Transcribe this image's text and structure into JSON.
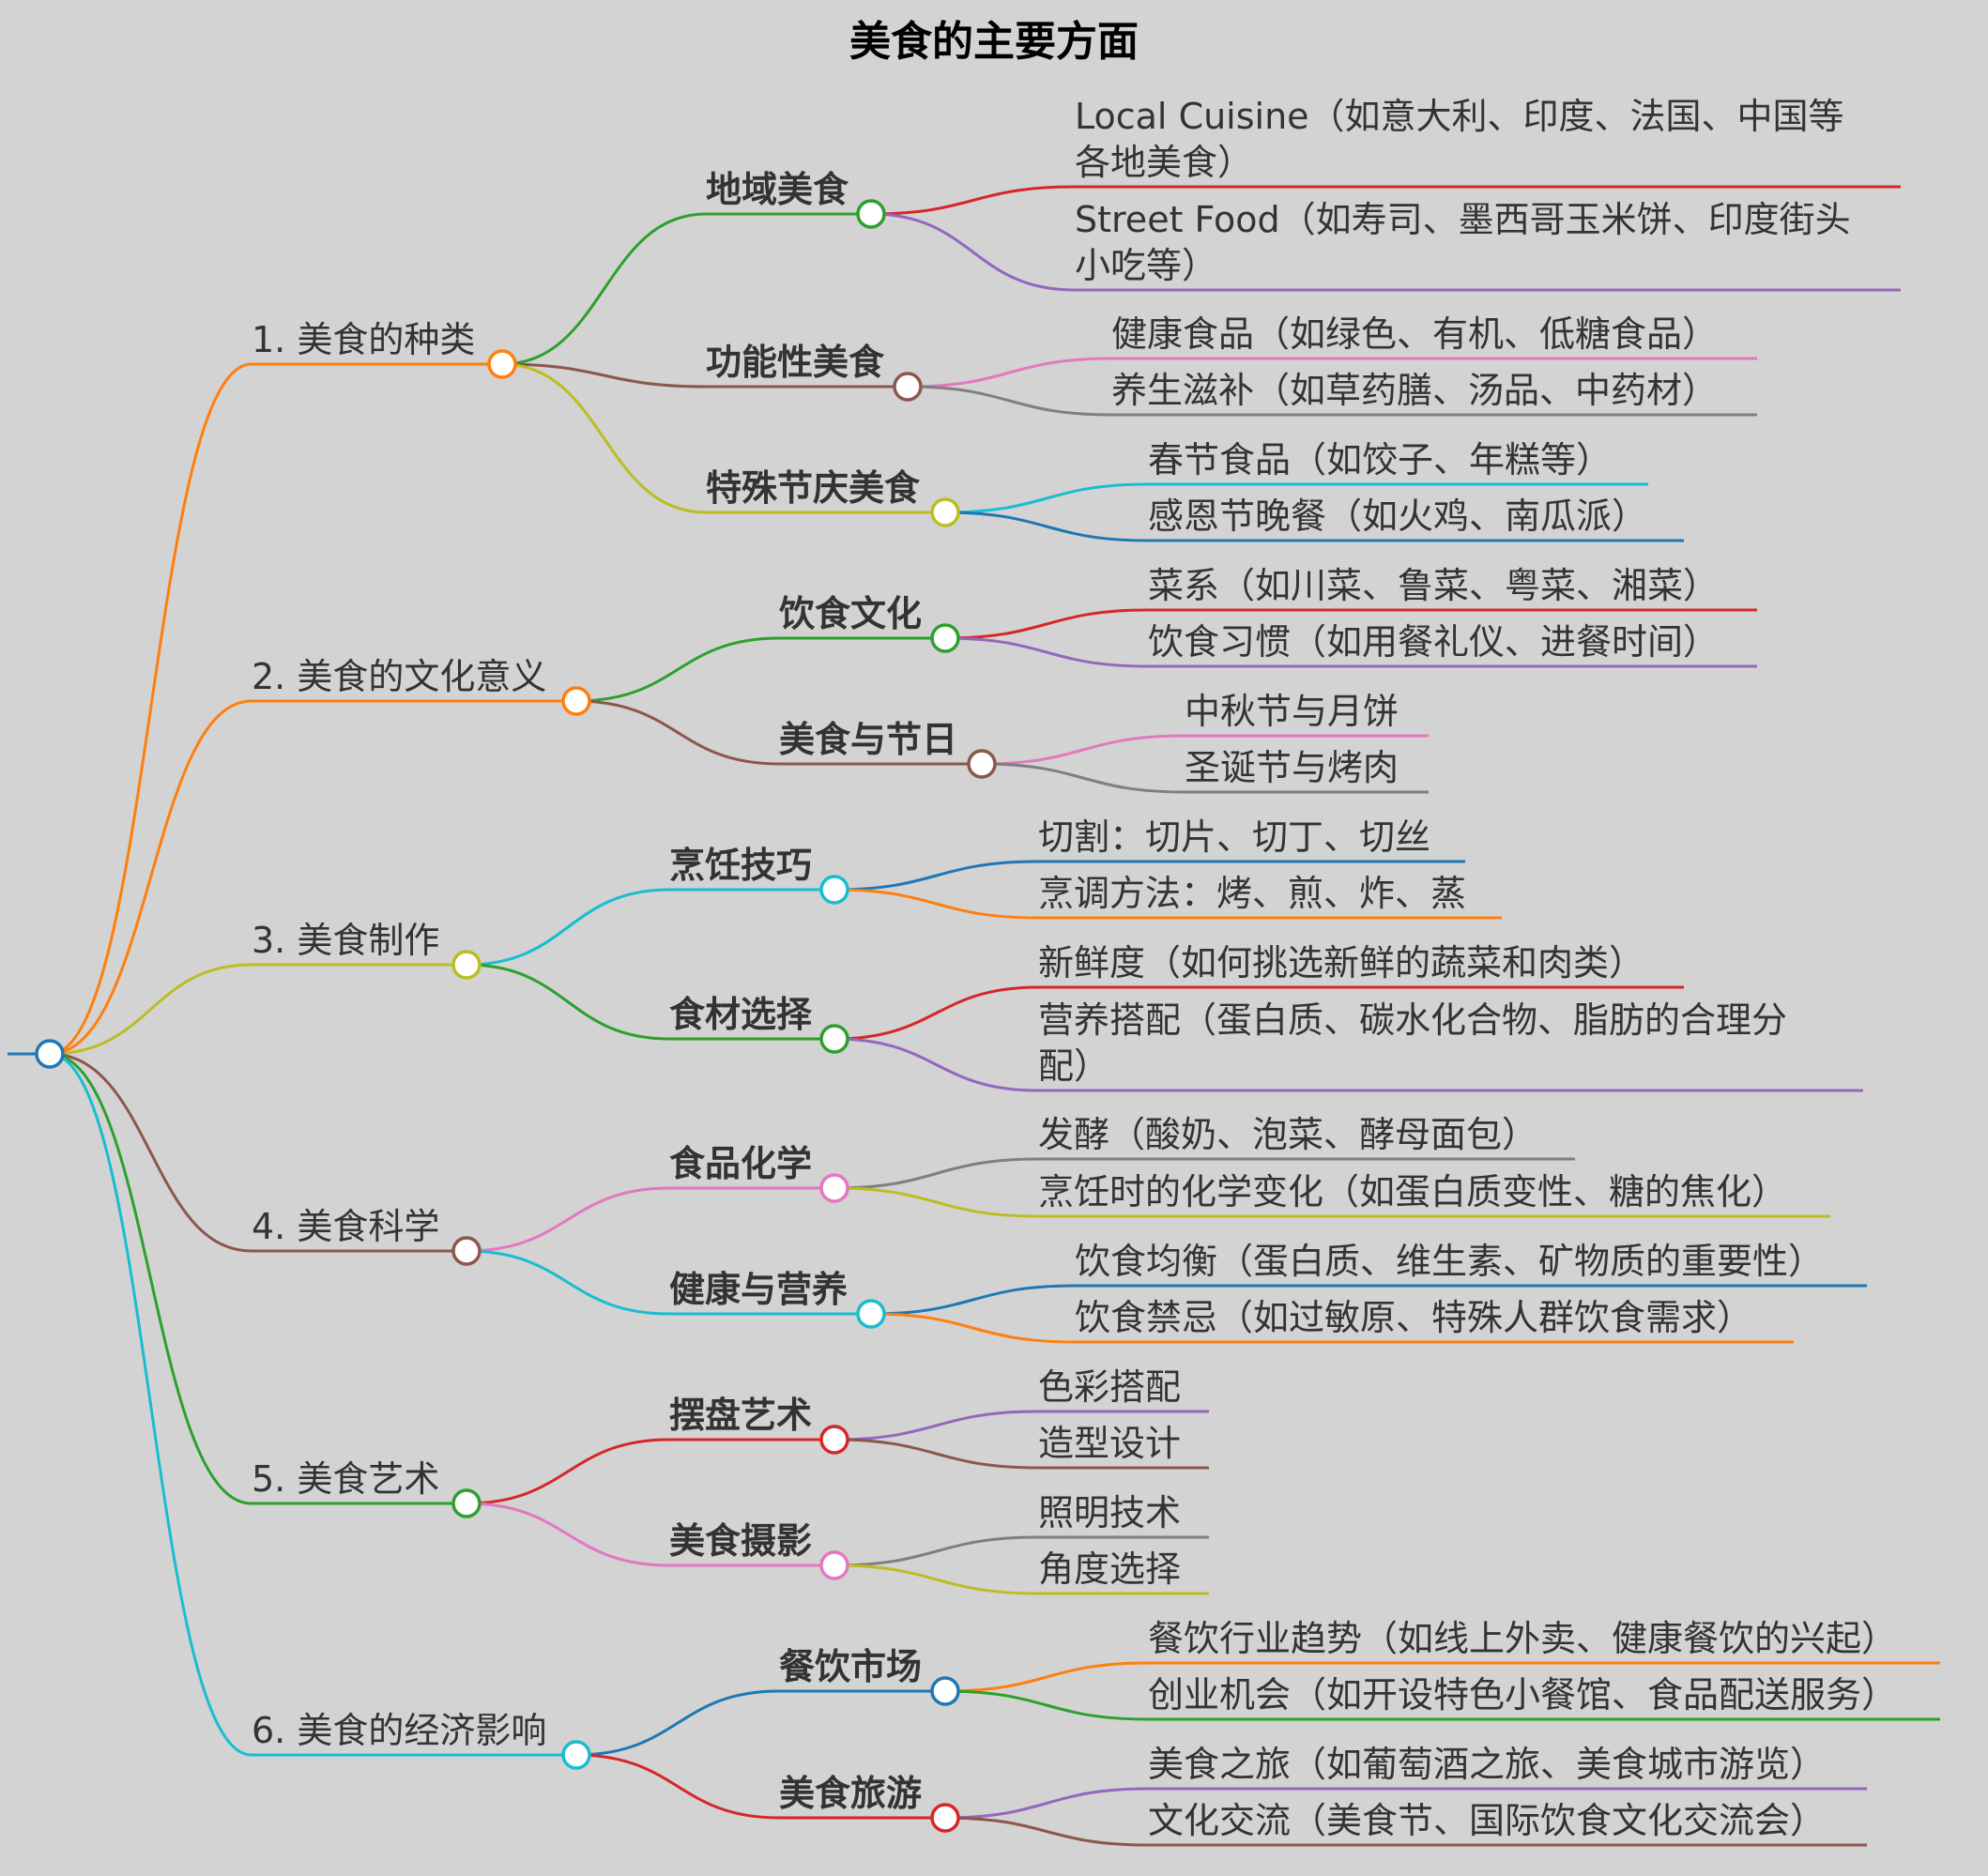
{
  "title": "美食的主要方面",
  "palette": {
    "blue": "#1f77b4",
    "orange": "#ff7f0e",
    "green": "#2ca02c",
    "red": "#d62728",
    "purple": "#9467bd",
    "brown": "#8c564b",
    "pink": "#e377c2",
    "gray": "#7f7f7f",
    "olive": "#bcbd22",
    "cyan": "#17becf"
  },
  "root_color": "blue",
  "branches": [
    {
      "label": "1. 美食的种类",
      "color": "orange",
      "children": [
        {
          "label": "地域美食",
          "color": "green",
          "children": [
            {
              "label": [
                "Local Cuisine（如意大利、印度、法国、中国等",
                "各地美食）"
              ],
              "color": "red"
            },
            {
              "label": [
                "Street Food（如寿司、墨西哥玉米饼、印度街头",
                "小吃等）"
              ],
              "color": "purple"
            }
          ]
        },
        {
          "label": "功能性美食",
          "color": "brown",
          "children": [
            {
              "label": [
                "健康食品（如绿色、有机、低糖食品）"
              ],
              "color": "pink"
            },
            {
              "label": [
                "养生滋补（如草药膳、汤品、中药材）"
              ],
              "color": "gray"
            }
          ]
        },
        {
          "label": "特殊节庆美食",
          "color": "olive",
          "children": [
            {
              "label": [
                "春节食品（如饺子、年糕等）"
              ],
              "color": "cyan"
            },
            {
              "label": [
                "感恩节晚餐（如火鸡、南瓜派）"
              ],
              "color": "blue"
            }
          ]
        }
      ]
    },
    {
      "label": "2. 美食的文化意义",
      "color": "orange",
      "children": [
        {
          "label": "饮食文化",
          "color": "green",
          "children": [
            {
              "label": [
                "菜系（如川菜、鲁菜、粤菜、湘菜）"
              ],
              "color": "red"
            },
            {
              "label": [
                "饮食习惯（如用餐礼仪、进餐时间）"
              ],
              "color": "purple"
            }
          ]
        },
        {
          "label": "美食与节日",
          "color": "brown",
          "children": [
            {
              "label": [
                "中秋节与月饼"
              ],
              "color": "pink"
            },
            {
              "label": [
                "圣诞节与烤肉"
              ],
              "color": "gray"
            }
          ]
        }
      ]
    },
    {
      "label": "3. 美食制作",
      "color": "olive",
      "children": [
        {
          "label": "烹饪技巧",
          "color": "cyan",
          "children": [
            {
              "label": [
                "切割：切片、切丁、切丝"
              ],
              "color": "blue"
            },
            {
              "label": [
                "烹调方法：烤、煎、炸、蒸"
              ],
              "color": "orange"
            }
          ]
        },
        {
          "label": "食材选择",
          "color": "green",
          "children": [
            {
              "label": [
                "新鲜度（如何挑选新鲜的蔬菜和肉类）"
              ],
              "color": "red"
            },
            {
              "label": [
                "营养搭配（蛋白质、碳水化合物、脂肪的合理分",
                "配）"
              ],
              "color": "purple"
            }
          ]
        }
      ]
    },
    {
      "label": "4. 美食科学",
      "color": "brown",
      "children": [
        {
          "label": "食品化学",
          "color": "pink",
          "children": [
            {
              "label": [
                "发酵（酸奶、泡菜、酵母面包）"
              ],
              "color": "gray"
            },
            {
              "label": [
                "烹饪时的化学变化（如蛋白质变性、糖的焦化）"
              ],
              "color": "olive"
            }
          ]
        },
        {
          "label": "健康与营养",
          "color": "cyan",
          "children": [
            {
              "label": [
                "饮食均衡（蛋白质、维生素、矿物质的重要性）"
              ],
              "color": "blue"
            },
            {
              "label": [
                "饮食禁忌（如过敏原、特殊人群饮食需求）"
              ],
              "color": "orange"
            }
          ]
        }
      ]
    },
    {
      "label": "5. 美食艺术",
      "color": "green",
      "children": [
        {
          "label": "摆盘艺术",
          "color": "red",
          "children": [
            {
              "label": [
                "色彩搭配"
              ],
              "color": "purple"
            },
            {
              "label": [
                "造型设计"
              ],
              "color": "brown"
            }
          ]
        },
        {
          "label": "美食摄影",
          "color": "pink",
          "children": [
            {
              "label": [
                "照明技术"
              ],
              "color": "gray"
            },
            {
              "label": [
                "角度选择"
              ],
              "color": "olive"
            }
          ]
        }
      ]
    },
    {
      "label": "6. 美食的经济影响",
      "color": "cyan",
      "children": [
        {
          "label": "餐饮市场",
          "color": "blue",
          "children": [
            {
              "label": [
                "餐饮行业趋势（如线上外卖、健康餐饮的兴起）"
              ],
              "color": "orange"
            },
            {
              "label": [
                "创业机会（如开设特色小餐馆、食品配送服务）"
              ],
              "color": "green"
            }
          ]
        },
        {
          "label": "美食旅游",
          "color": "red",
          "children": [
            {
              "label": [
                "美食之旅（如葡萄酒之旅、美食城市游览）"
              ],
              "color": "purple"
            },
            {
              "label": [
                "文化交流（美食节、国际饮食文化交流会）"
              ],
              "color": "brown"
            }
          ]
        }
      ]
    }
  ]
}
